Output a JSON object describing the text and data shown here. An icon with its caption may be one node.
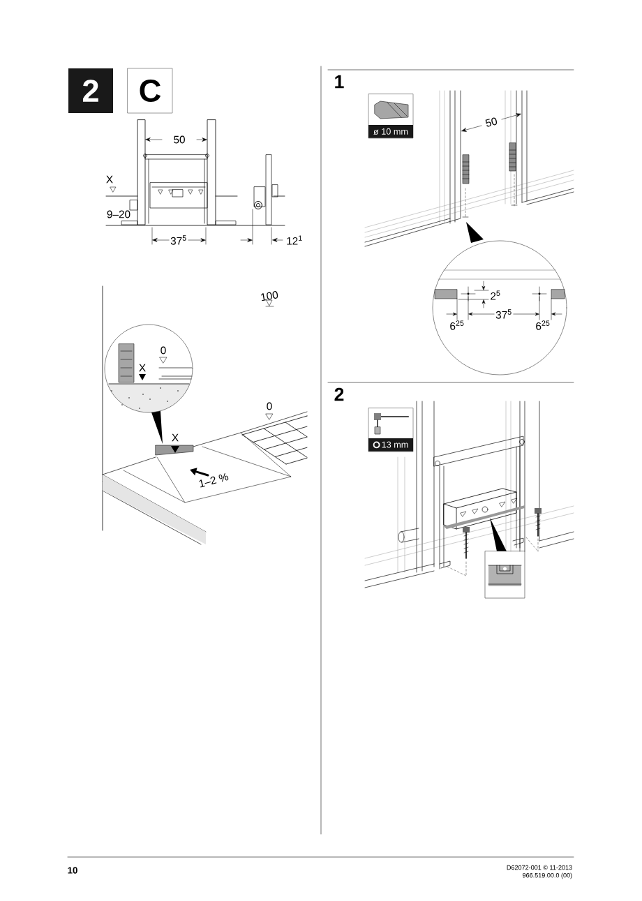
{
  "diagram": {
    "nodes": [
      {
        "text": [
          "2"
        ]
      },
      {
        "text": [
          "C"
        ]
      },
      {
        "text": [
          "ø 10 mm"
        ]
      },
      {
        "text": [
          "13 mm"
        ]
      }
    ],
    "labels": [
      "50",
      "X",
      "9–20",
      "37$^{5}$",
      "12$^{1}$",
      "100",
      "0",
      "X",
      "X",
      "0",
      "1–2 %",
      "1",
      "50",
      "2$^{5}$",
      "37$^{5}$",
      "6$^{25}$",
      "6$^{25}$",
      "2",
      "10",
      "D62072-001 © 11-2013",
      "966.519.00.0 (00)"
    ]
  }
}
